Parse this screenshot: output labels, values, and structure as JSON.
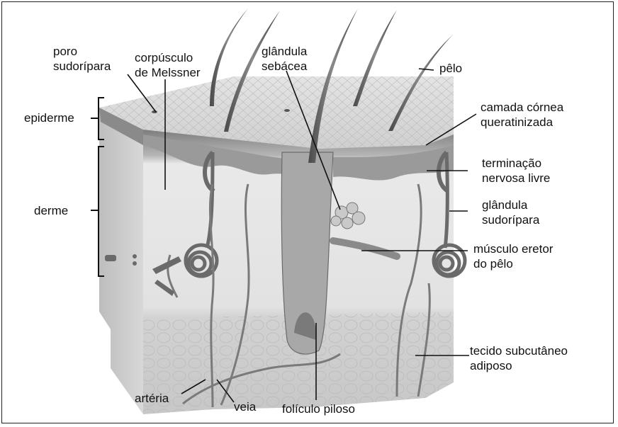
{
  "labels": {
    "poro_sudoriparo": "poro\nsudorípara",
    "corpusculo_meissner": "corpúsculo\nde Melssner",
    "glandula_sebacea": "glândula\nsebácea",
    "pelo": "pêlo",
    "epiderme": "epiderme",
    "derme": "derme",
    "camada_cornea": "camada córnea\nqueratinizada",
    "terminacao_nervosa": "terminação\nnervosa livre",
    "glandula_sudoripara": "glândula\nsudorípara",
    "musculo_eretor": "músculo eretor\ndo pêlo",
    "tecido_subcutaneo": "tecido subcutâneo\nadiposo",
    "arteria": "artéria",
    "veia": "veia",
    "foliculo_piloso": "folículo piloso"
  },
  "colors": {
    "skin_surface": "#d9d9d9",
    "epidermis_band": "#8c8c8c",
    "dermis": "#e6e6e6",
    "subcutaneous": "#cfcfcf",
    "vessel": "#6e6e6e",
    "leader_line": "#111111"
  }
}
